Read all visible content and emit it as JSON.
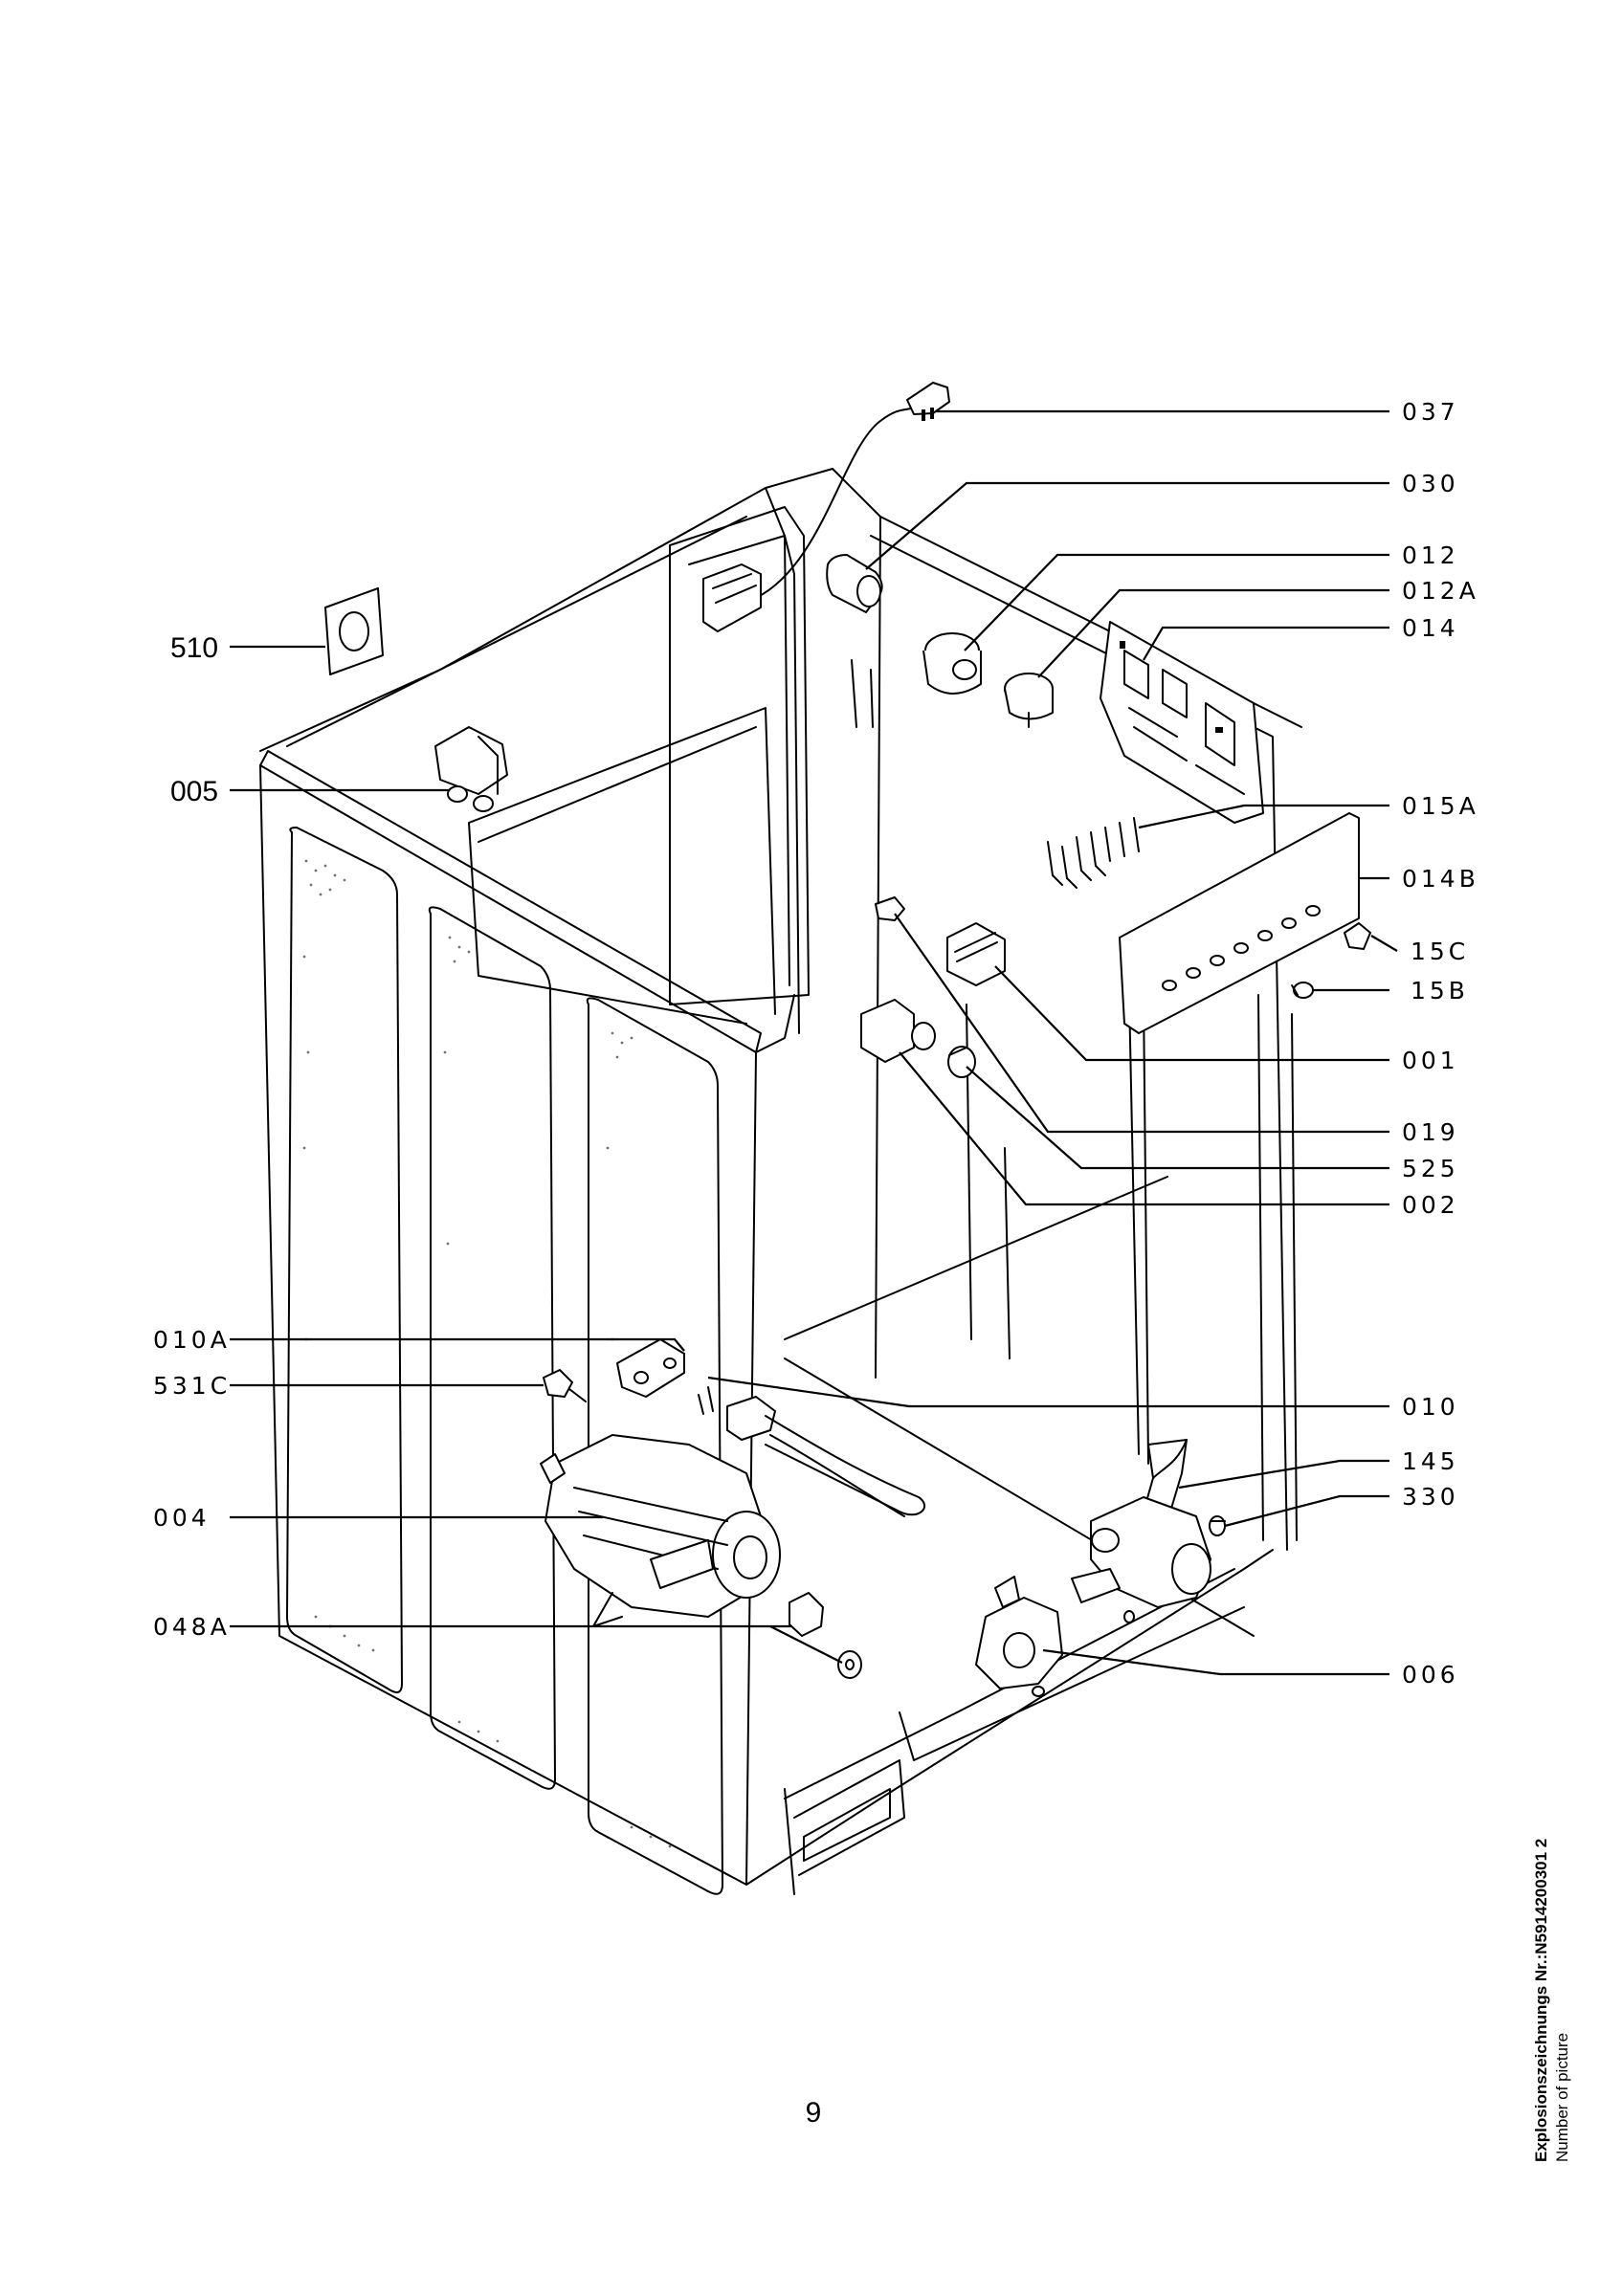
{
  "diagram": {
    "callouts": [
      {
        "id": "037"
      },
      {
        "id": "030"
      },
      {
        "id": "012"
      },
      {
        "id": "012A"
      },
      {
        "id": "014"
      },
      {
        "id": "510"
      },
      {
        "id": "005"
      },
      {
        "id": "015A"
      },
      {
        "id": "014B"
      },
      {
        "id": "15C"
      },
      {
        "id": "15B"
      },
      {
        "id": "001"
      },
      {
        "id": "019"
      },
      {
        "id": "525"
      },
      {
        "id": "002"
      },
      {
        "id": "010A"
      },
      {
        "id": "531C"
      },
      {
        "id": "010"
      },
      {
        "id": "145"
      },
      {
        "id": "330"
      },
      {
        "id": "004"
      },
      {
        "id": "048A"
      },
      {
        "id": "006"
      }
    ]
  },
  "footer": {
    "page_number": "9",
    "caption_line1": "Explosionszeichnungs Nr.:N5914200301 2",
    "caption_line2": "Number of picture"
  }
}
